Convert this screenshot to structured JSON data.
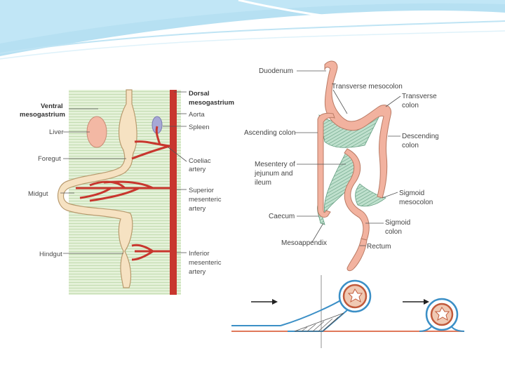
{
  "left_diagram": {
    "labels": {
      "ventral_line1": "Ventral",
      "ventral_line2": "mesogastrium",
      "liver": "Liver",
      "foregut": "Foregut",
      "midgut": "Midgut",
      "hindgut": "Hindgut",
      "dorsal_line1": "Dorsal",
      "dorsal_line2": "mesogastrium",
      "aorta": "Aorta",
      "spleen": "Spleen",
      "coeliac_line1": "Coeliac",
      "coeliac_line2": "artery",
      "superior_line1": "Superior",
      "superior_line2": "mesenteric",
      "superior_line3": "artery",
      "inferior_line1": "Inferior",
      "inferior_line2": "mesenteric",
      "inferior_line3": "artery"
    }
  },
  "right_diagram": {
    "labels": {
      "duodenum": "Duodenum",
      "transverse_mesocolon": "Transverse mesocolon",
      "transverse_colon_line1": "Transverse",
      "transverse_colon_line2": "colon",
      "ascending_colon": "Ascending colon",
      "descending_colon_line1": "Descending",
      "descending_colon_line2": "colon",
      "mesentery_line1": "Mesentery of",
      "mesentery_line2": "jejunum and",
      "mesentery_line3": "ileum",
      "sigmoid_mesocolon_line1": "Sigmoid",
      "sigmoid_mesocolon_line2": "mesocolon",
      "caecum": "Caecum",
      "sigmoid_colon_line1": "Sigmoid",
      "sigmoid_colon_line2": "colon",
      "mesoappendix": "Mesoappendix",
      "rectum": "Rectum"
    }
  },
  "colors": {
    "gut": "#f4d9b4",
    "gut_outline": "#b79a70",
    "artery": "#c8362e",
    "mesentery_green": "#d7ebc8",
    "colon_pink": "#f2b29f",
    "hatch_green": "#7fb89a",
    "banner_blue": "#8fd0ea"
  }
}
